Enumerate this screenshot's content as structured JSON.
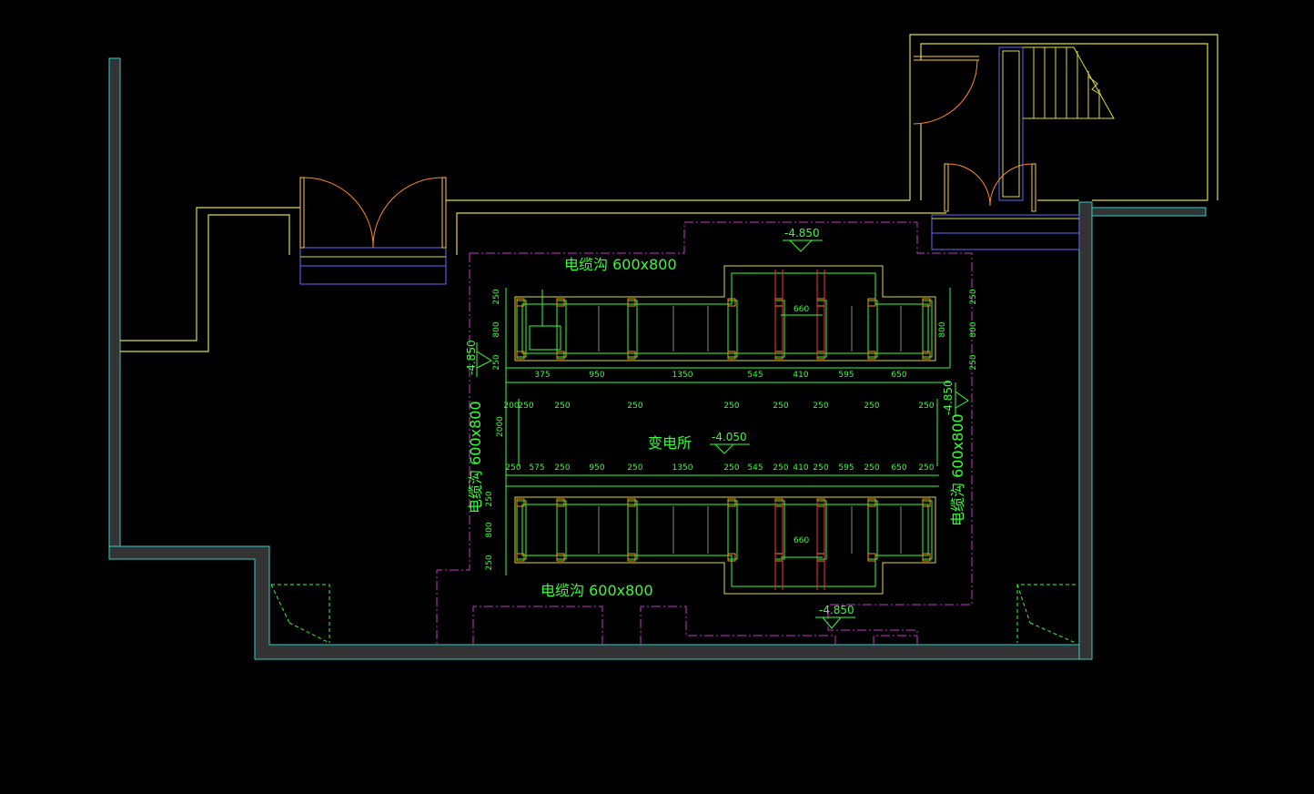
{
  "colors": {
    "background": "#000000",
    "outer_wall": "#33cccc",
    "wall_fill": "#333333",
    "inner_wall": "#dddd33",
    "door_arc": "#ff8c1a",
    "door_frame": "#ffcc33",
    "boundary": "#cc33cc",
    "foundation": "#33ff33",
    "red_bar": "#ff3333",
    "dimension": "#33ff33",
    "stair": "#dddd33",
    "step_blue": "#6666ff"
  },
  "labels": {
    "room_name": "变电所",
    "room_level": "-4.050",
    "level_top": "-4.850",
    "level_bottom": "-4.850",
    "level_left": "-4.850",
    "level_right": "-4.850",
    "trench_top": "电缆沟 600x800",
    "trench_bottom": "电缆沟 600x800",
    "trench_left": "电缆沟 600x800",
    "trench_right": "电缆沟 600x800",
    "gap_660_top": "660",
    "gap_660_bottom": "660"
  },
  "dims": {
    "top_row": [
      "375",
      "950",
      "1350",
      "545",
      "410",
      "595",
      "650"
    ],
    "mid_row_top": [
      "200",
      "250",
      "250",
      "250",
      "250",
      "250",
      "250",
      "250"
    ],
    "mid_row_bottom": [
      "250",
      "575",
      "250",
      "950",
      "250",
      "1350",
      "250",
      "545",
      "250",
      "410",
      "250",
      "595",
      "250",
      "650",
      "250"
    ],
    "left_top": [
      "250",
      "800",
      "250"
    ],
    "left_mid": "2000",
    "left_bottom": [
      "250",
      "800",
      "250"
    ],
    "right_top": [
      "250",
      "800",
      "250"
    ]
  },
  "icons": {
    "door": "door-swing-icon",
    "stair": "stair-arrow-icon",
    "level": "level-triangle-icon"
  }
}
